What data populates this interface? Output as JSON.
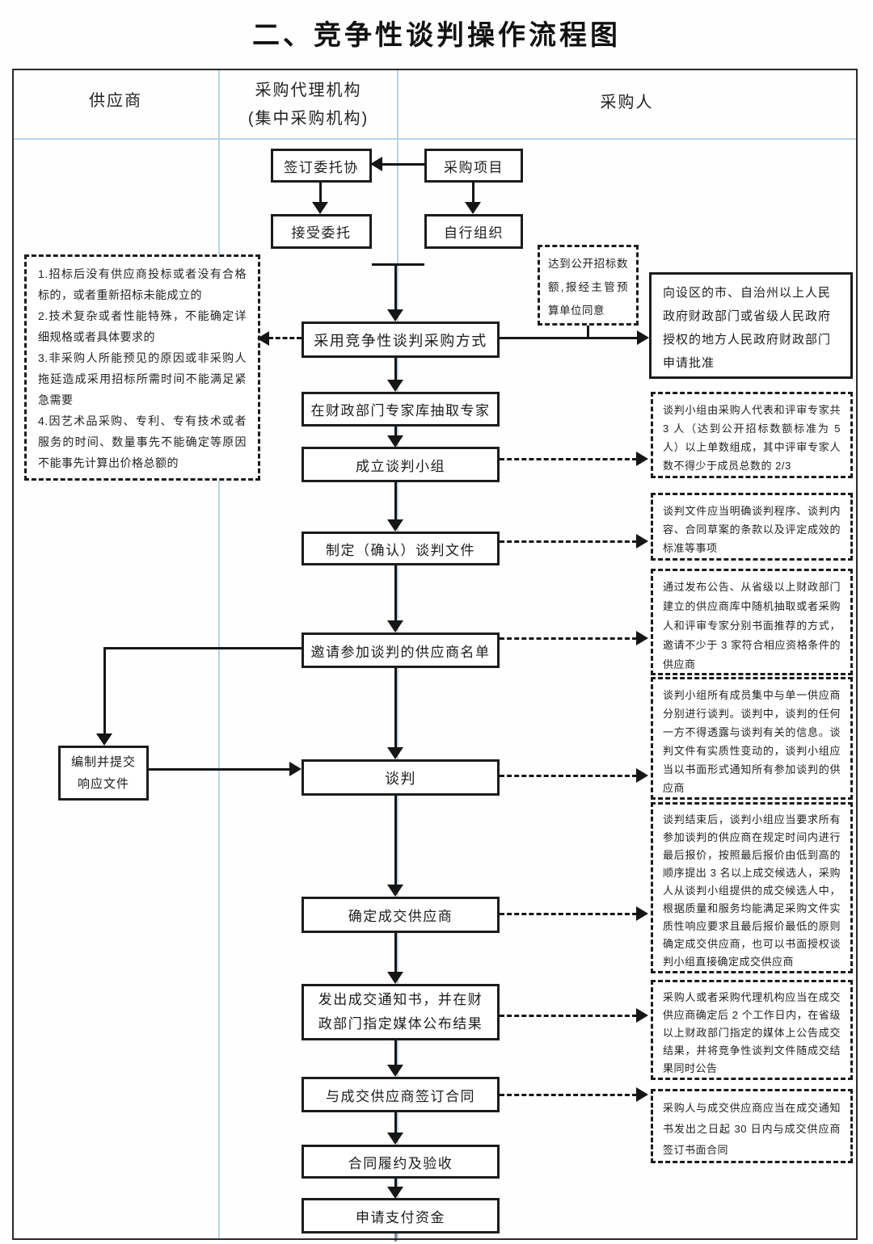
{
  "title": "二、竞争性谈判操作流程图",
  "header": {
    "supplier": "供应商",
    "agency": [
      "采购代理机构",
      "(集中采购机构)"
    ],
    "purchaser": "采购人"
  },
  "nodes": {
    "sign_agreement": "签订委托协",
    "procurement_project": "采购项目",
    "accept_entrustment": "接受委托",
    "self_organize": "自行组织",
    "adopt_method": "采用竞争性谈判采购方式",
    "draw_experts": "在财政部门专家库抽取专家",
    "form_team": "成立谈判小组",
    "make_documents": "制定（确认）谈判文件",
    "invite_suppliers": "邀请参加谈判的供应商名单",
    "prepare_response": [
      "编制并提交",
      "响应文件"
    ],
    "negotiate": "谈判",
    "determine_supplier": "确定成交供应商",
    "issue_notice": "发出成交通知书，并在财政部门指定媒体公布结果",
    "sign_contract": "与成交供应商签订合同",
    "contract_performance": "合同履约及验收",
    "apply_payment": "申请支付资金",
    "apply_approval": "向设区的市、自治州以上人民政府财政部门或省级人民政府授权的地方人民政府财政部门申请批准"
  },
  "annotations": {
    "left_reasons": [
      "1.招标后没有供应商投标或者没有合格标的，或者重新招标未能成立的",
      "2.技术复杂或者性能特殊，不能确定详细规格或者具体要求的",
      "3.非采购人所能预见的原因或非采购人拖延造成采用招标所需时间不能满足紧急需要",
      "4.因艺术品采购、专利、专有技术或者服务的时间、数量事先不能确定等原因不能事先计算出价格总额的"
    ],
    "open_tender_condition": "达到公开招标数额,报经主管预算单位同意",
    "team_composition": "谈判小组由采购人代表和评审专家共 3 人（达到公开招标数额标准为 5 人）以上单数组成，其中评审专家人数不得少于成员总数的 2/3",
    "document_requirements": "谈判文件应当明确谈判程序、谈判内容、合同草案的条款以及评定成效的标准等事项",
    "invitation_methods": "通过发布公告、从省级以上财政部门建立的供应商库中随机抽取或者采购人和评审专家分别书面推荐的方式，邀请不少于 3 家符合相应资格条件的供应商",
    "negotiation_rules": "谈判小组所有成员集中与单一供应商分别进行谈判。谈判中，谈判的任何一方不得透露与谈判有关的信息。谈判文件有实质性变动的，谈判小组应当以书面形式通知所有参加谈判的供应商",
    "final_quote_rules": "谈判结束后，谈判小组应当要求所有参加谈判的供应商在规定时间内进行最后报价，按照最后报价由低到高的顺序提出 3 名以上成交候选人，采购人从谈判小组提供的成交候选人中，根据质量和服务均能满足采购文件实质性响应要求且最后报价最低的原则确定成交供应商，也可以书面授权谈判小组直接确定成交供应商",
    "announcement_rules": "采购人或者采购代理机构应当在成交供应商确定后 2 个工作日内，在省级以上财政部门指定的媒体上公告成交结果，并将竞争性谈判文件随成交结果同时公告",
    "contract_deadline": "采购人与成交供应商应当在成交通知书发出之日起 30 日内与成交供应商签订书面合同"
  },
  "colors": {
    "lane_divider_blue": "#b9d4e6",
    "ink": "#1c1c1c"
  }
}
